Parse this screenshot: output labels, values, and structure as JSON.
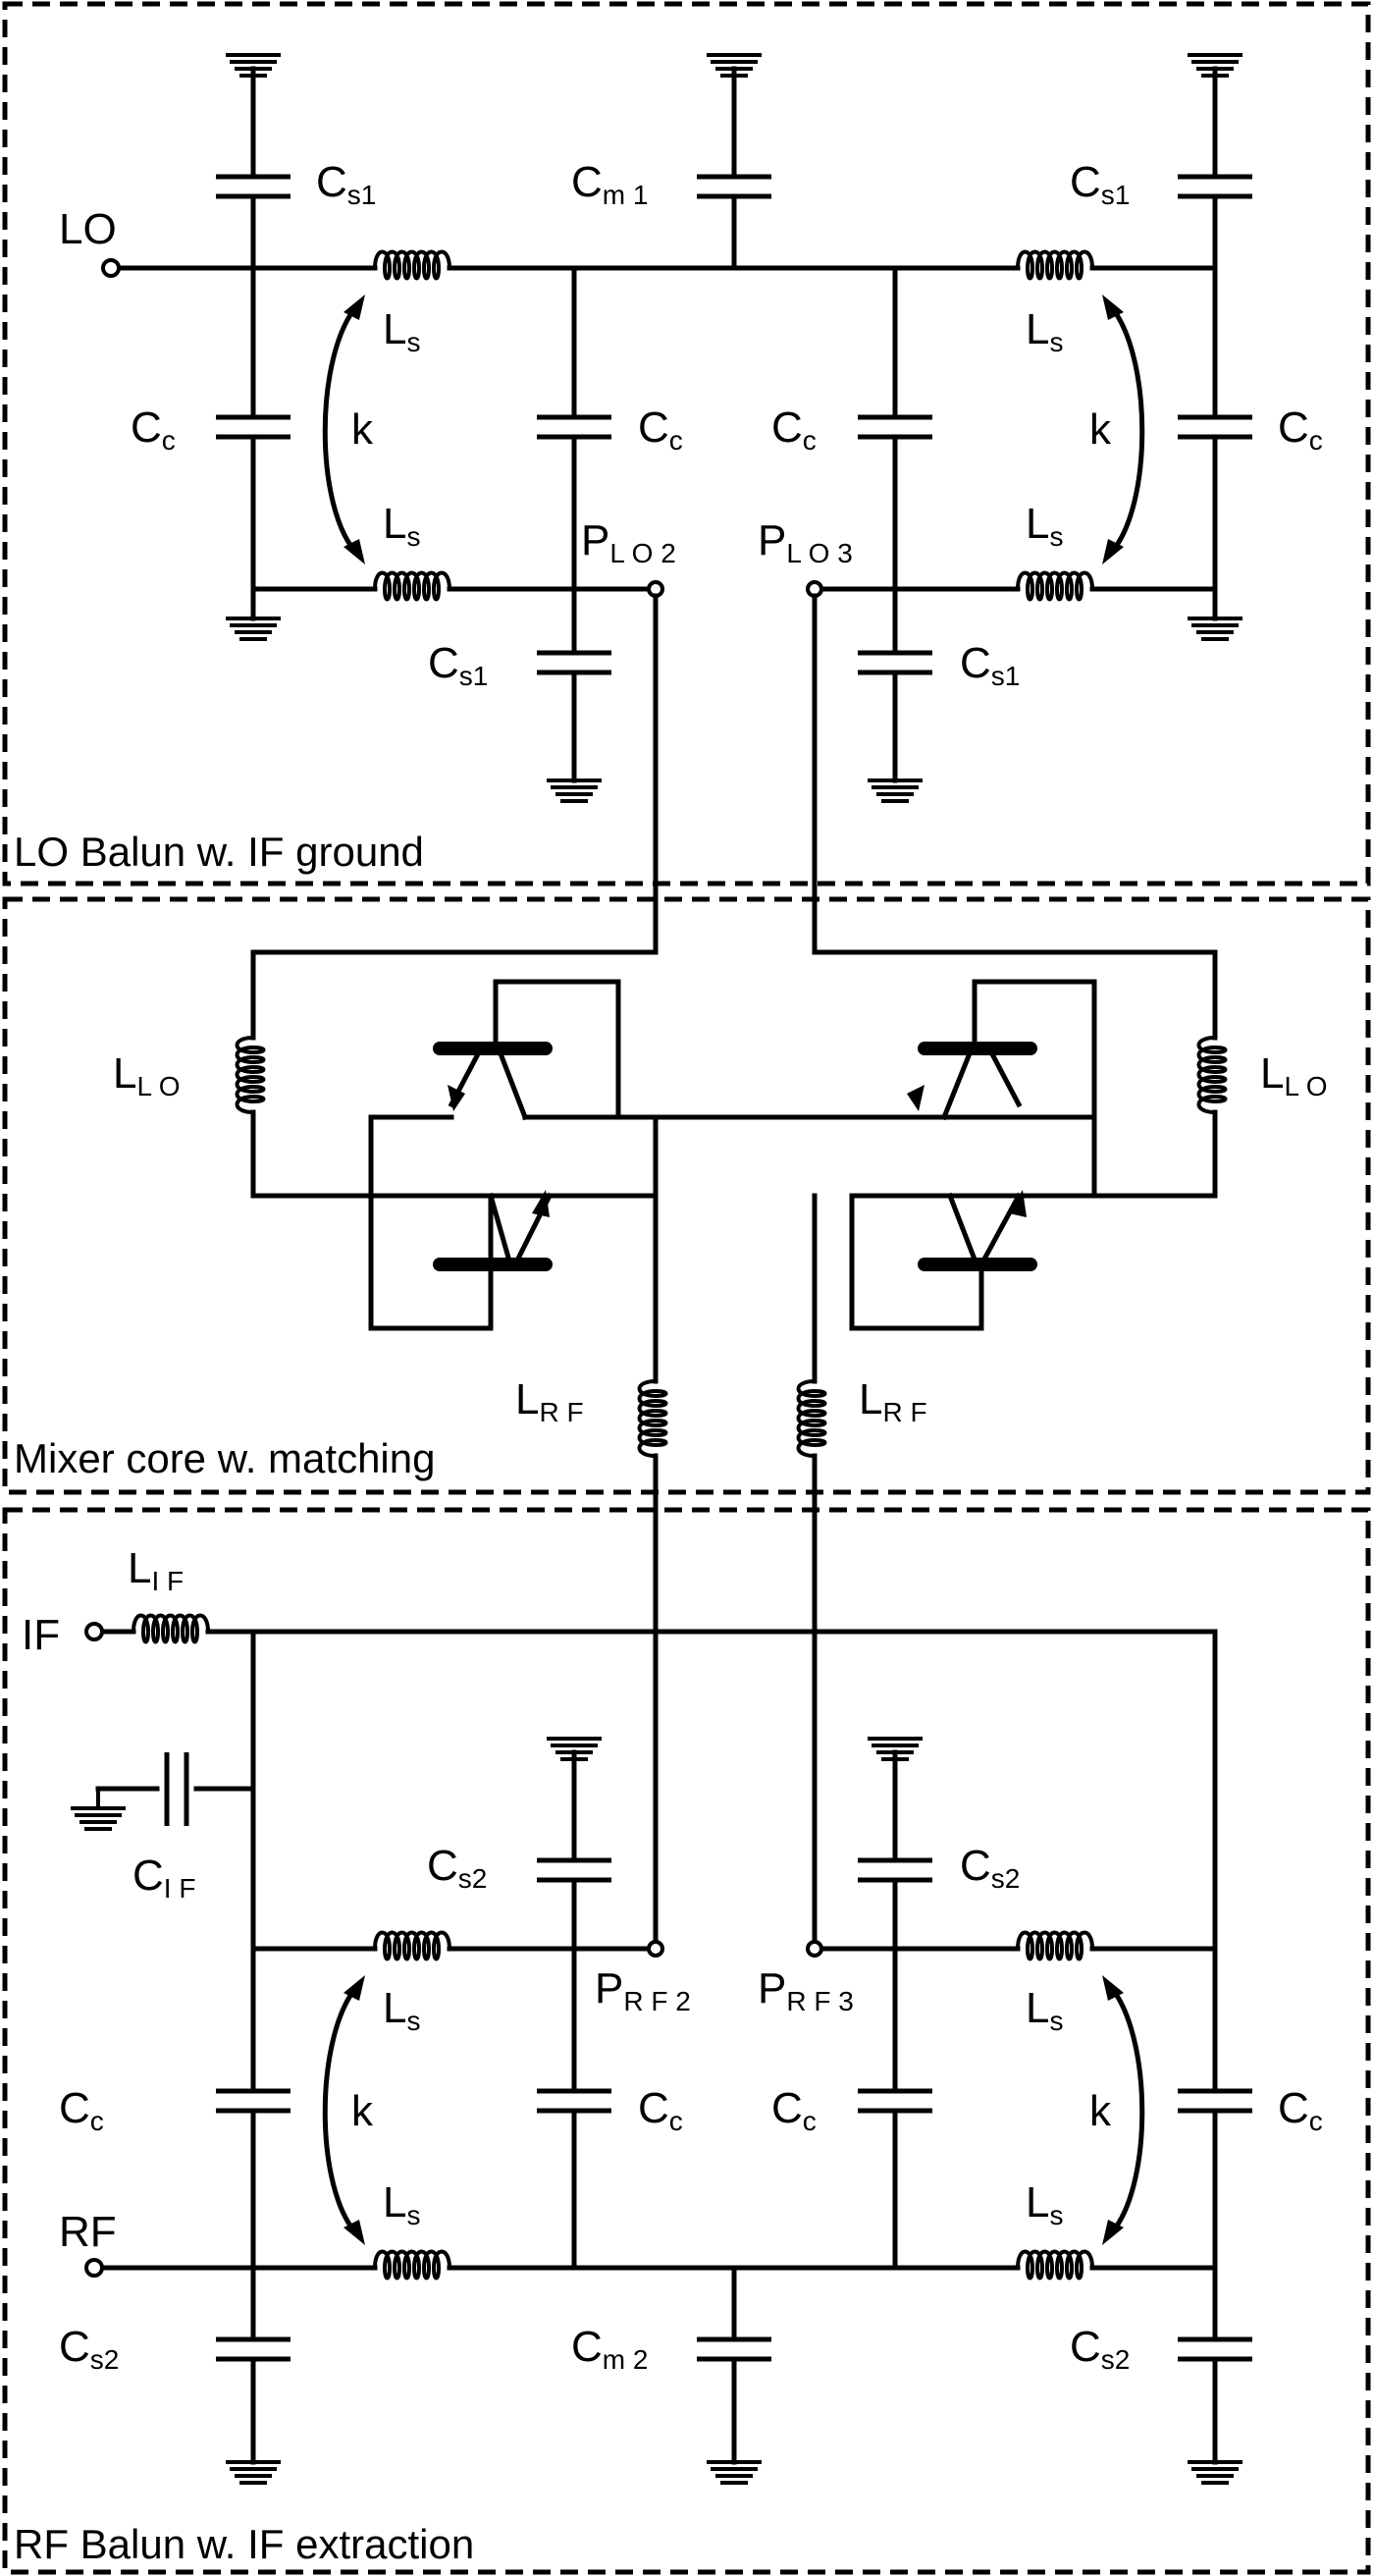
{
  "sections": {
    "lo_balun": "LO Balun w. IF ground",
    "mixer_core": "Mixer core w. matching",
    "rf_balun": "RF Balun w. IF extraction"
  },
  "ports": {
    "lo": "LO",
    "rf": "RF",
    "if": "IF"
  },
  "labels": {
    "C": "C",
    "L": "L",
    "P": "P",
    "k": "k",
    "s1": "s1",
    "s2": "s2",
    "c": "c",
    "m1": "m 1",
    "m2": "m 2",
    "s": "s",
    "lo": "L O",
    "rf": "R F",
    "if": "I F",
    "lo2": "L O 2",
    "lo3": "L O 3",
    "rf2": "R F 2",
    "rf3": "R F 3"
  }
}
